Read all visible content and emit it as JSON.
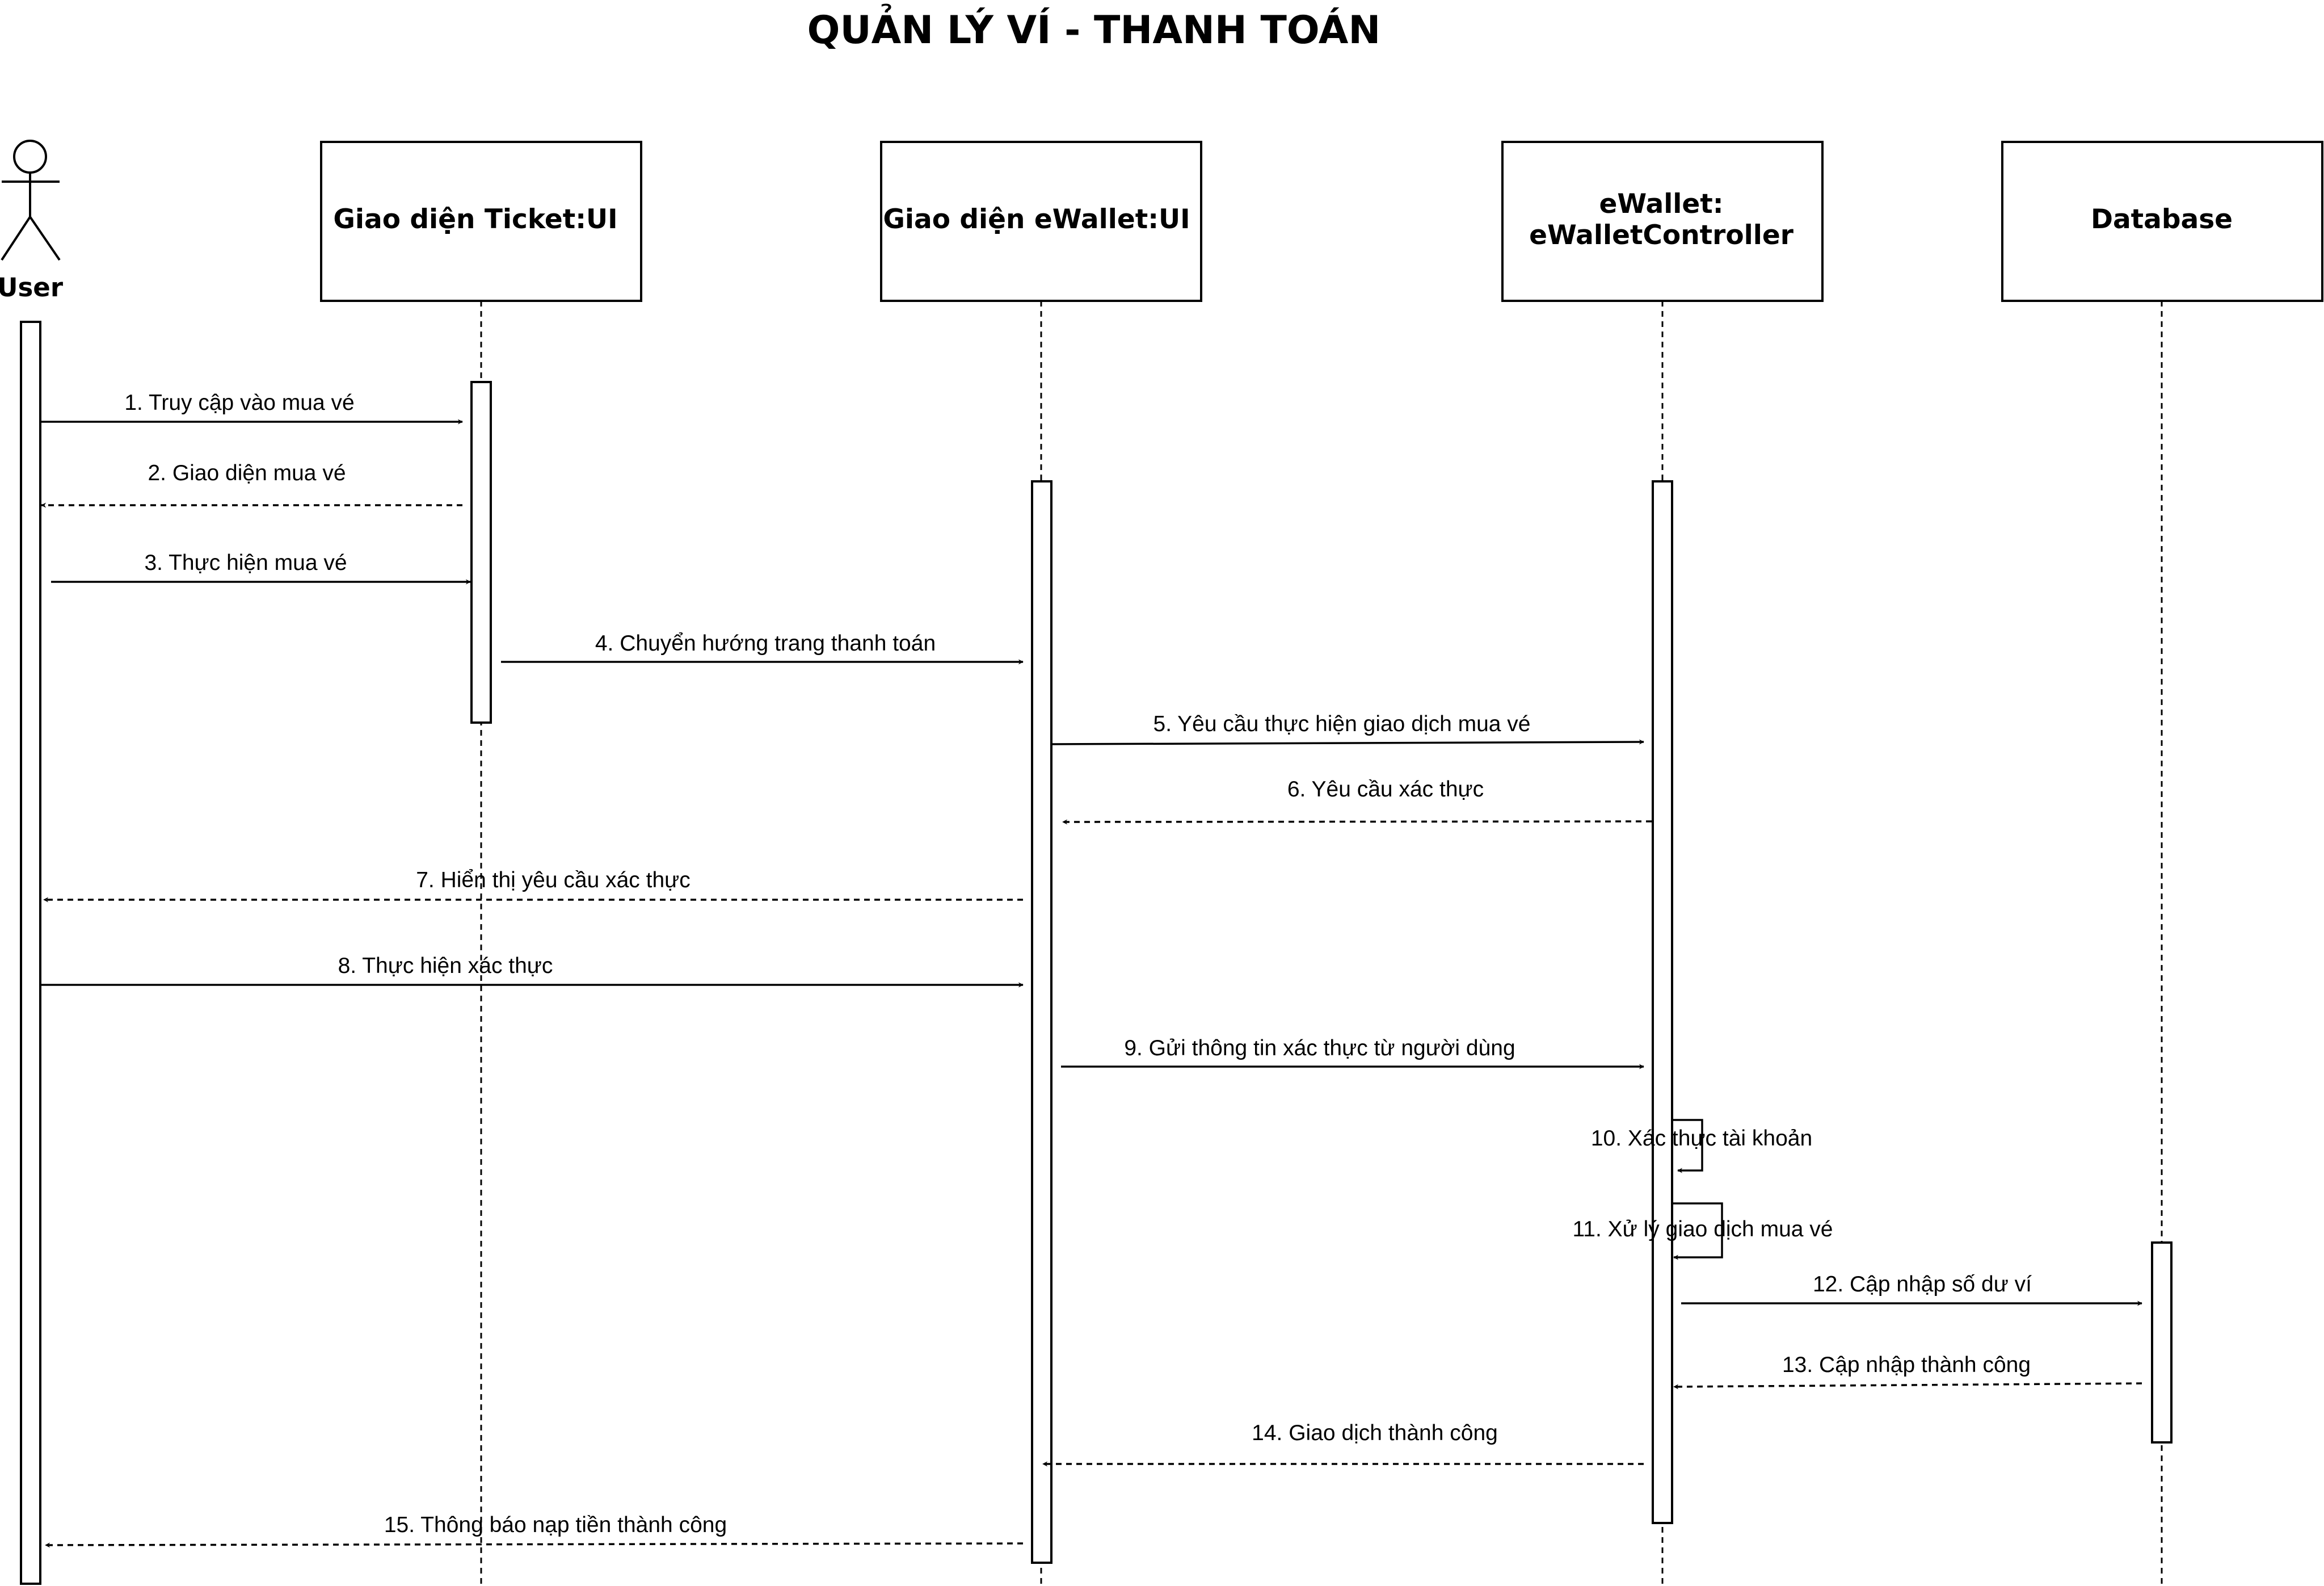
{
  "title": "QUẢN LÝ VÍ - THANH TOÁN",
  "actor": {
    "label": "User"
  },
  "participants": [
    {
      "id": "ticket_ui",
      "lines": [
        "Giao diện Ticket:UI"
      ]
    },
    {
      "id": "ewallet_ui",
      "lines": [
        "Giao diện eWallet:UI"
      ]
    },
    {
      "id": "ewallet_ctrl",
      "lines": [
        "eWallet:",
        "eWalletController"
      ]
    },
    {
      "id": "database",
      "lines": [
        "Database"
      ]
    }
  ],
  "messages": [
    {
      "label": "1. Truy cập vào mua vé",
      "from": "user",
      "to": "ticket_ui",
      "style": "sync"
    },
    {
      "label": "2. Giao diện mua vé",
      "from": "ticket_ui",
      "to": "user",
      "style": "return"
    },
    {
      "label": "3. Thực hiện mua vé",
      "from": "user",
      "to": "ticket_ui",
      "style": "sync"
    },
    {
      "label": "4. Chuyển hướng trang thanh toán",
      "from": "ticket_ui",
      "to": "ewallet_ui",
      "style": "sync"
    },
    {
      "label": "5. Yêu cầu thực hiện giao dịch mua vé",
      "from": "ewallet_ui",
      "to": "ewallet_ctrl",
      "style": "sync"
    },
    {
      "label": "6. Yêu cầu xác thực",
      "from": "ewallet_ctrl",
      "to": "ewallet_ui",
      "style": "return"
    },
    {
      "label": "7. Hiển thị yêu cầu xác thực",
      "from": "ewallet_ui",
      "to": "user",
      "style": "return"
    },
    {
      "label": "8. Thực hiện xác thực",
      "from": "user",
      "to": "ewallet_ui",
      "style": "sync"
    },
    {
      "label": "9. Gửi thông tin xác thực từ người dùng",
      "from": "ewallet_ui",
      "to": "ewallet_ctrl",
      "style": "sync"
    },
    {
      "label": "10. Xác thực tài khoản",
      "from": "ewallet_ctrl",
      "to": "ewallet_ctrl",
      "style": "self"
    },
    {
      "label": "11. Xử lý giao dịch mua vé",
      "from": "ewallet_ctrl",
      "to": "ewallet_ctrl",
      "style": "self"
    },
    {
      "label": "12. Cập nhập số dư ví",
      "from": "ewallet_ctrl",
      "to": "database",
      "style": "sync"
    },
    {
      "label": "13. Cập nhập thành công",
      "from": "database",
      "to": "ewallet_ctrl",
      "style": "return"
    },
    {
      "label": "14. Giao dịch thành công",
      "from": "ewallet_ctrl",
      "to": "ewallet_ui",
      "style": "return"
    },
    {
      "label": "15. Thông báo nạp tiền thành công",
      "from": "ewallet_ui",
      "to": "user",
      "style": "return"
    }
  ]
}
